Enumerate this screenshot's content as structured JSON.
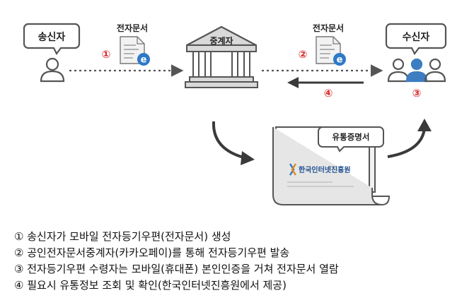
{
  "nodes": {
    "sender": "송신자",
    "broker": "중계자",
    "receiver": "수신자",
    "certificate": "유통증명서",
    "agency_logo": "한국인터넷진흥원"
  },
  "documents": {
    "left_label": "전자문서",
    "right_label": "전자문서",
    "badge_letter": "e"
  },
  "steps": {
    "s1": "①",
    "s2": "②",
    "s3": "③",
    "s4": "④"
  },
  "captions": [
    "① 송신자가 모바일 전자등기우편(전자문서) 생성",
    "② 공인전자문서중계자(카카오페이)를 통해 전자등기우편 발송",
    "③ 전자등기우편 수령자는 모바일(휴대폰) 본인인증을 거쳐 전자문서 열람",
    "④ 필요시 유통정보 조회 및 확인(한국인터넷진흥원에서 제공)"
  ],
  "colors": {
    "outline": "#555555",
    "grey_fill": "#d9d9d9",
    "step_red": "#d62b2b",
    "badge_blue": "#2e79c8",
    "receiver_highlight": "#3d7dc2",
    "dotted_arrow": "#666666",
    "curve_arrow": "#3a3a3a"
  },
  "icons": {
    "sender": "person-icon",
    "broker": "building-icon",
    "receiver": "people-group-icon",
    "document": "document-icon",
    "certificate": "scroll-icon"
  }
}
